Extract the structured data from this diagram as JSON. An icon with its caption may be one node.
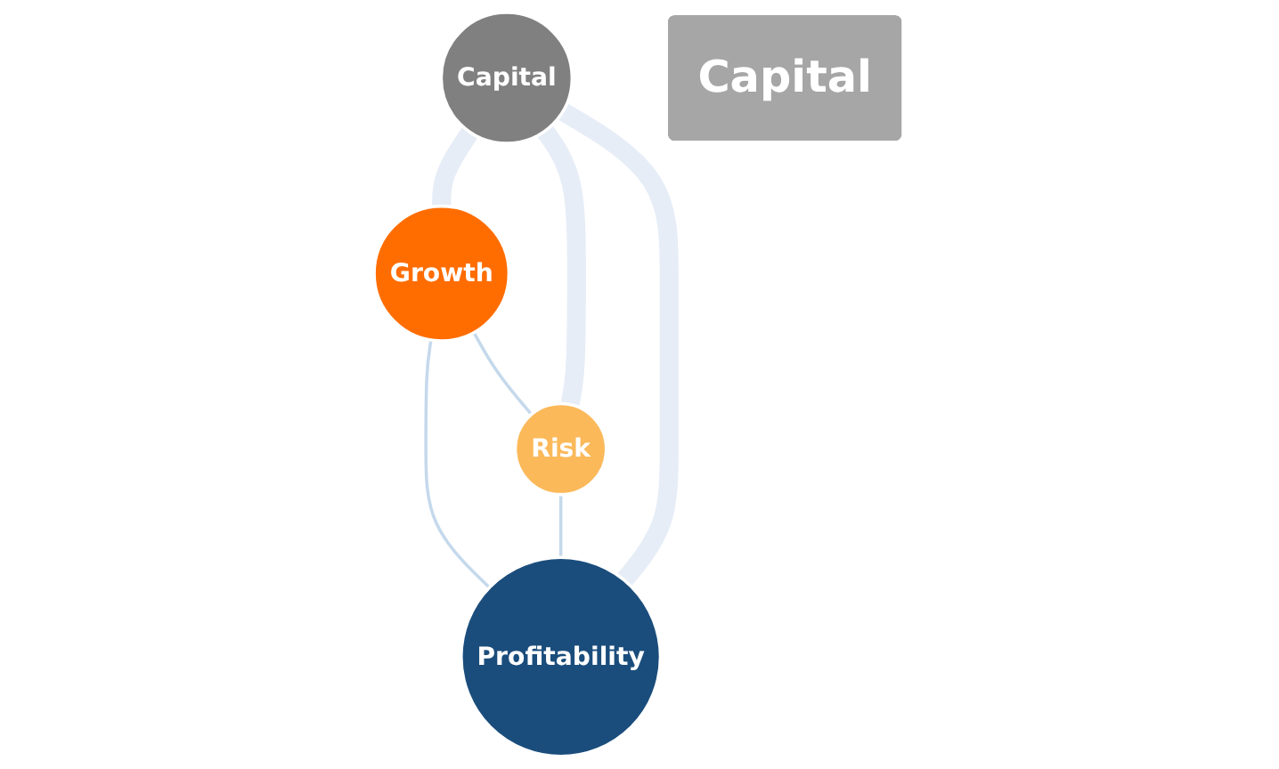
{
  "diagram": {
    "nodes": [
      {
        "text": [
          "Growth"
        ]
      },
      {
        "text": [
          "Capital"
        ]
      },
      {
        "text": [
          "Risk"
        ]
      },
      {
        "text": [
          "Profitability"
        ]
      },
      {
        "text": [
          "Capital"
        ]
      }
    ],
    "edges": [
      {
        "from": 0,
        "to": 2,
        "arrow": "none"
      },
      {
        "from": 0,
        "to": 3,
        "arrow": "none"
      },
      {
        "from": 2,
        "to": 3,
        "arrow": "none"
      },
      {
        "from": 1,
        "to": 0,
        "arrow": "none",
        "style": "thick",
        "color": "#e6edf7"
      },
      {
        "from": 1,
        "to": 2,
        "arrow": "none",
        "style": "thick",
        "color": "#e6edf7"
      },
      {
        "from": 1,
        "to": 3,
        "arrow": "none",
        "style": "thick",
        "color": "#e6edf7"
      }
    ]
  }
}
